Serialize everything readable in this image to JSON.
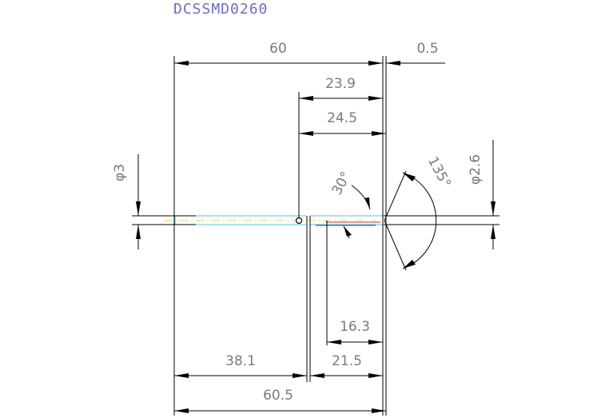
{
  "drawing": {
    "part_number": "DCSSMD0260",
    "dimensions": {
      "total_length_top": "60",
      "tip_offset": "0.5",
      "flute_len_a": "23.9",
      "flute_len_b": "24.5",
      "shank_dia": "φ3",
      "tip_dia": "φ2.6",
      "angle_small": "30°",
      "angle_point": "135°",
      "len_16_3": "16.3",
      "len_21_5": "21.5",
      "len_38_1": "38.1",
      "overall_length": "60.5"
    },
    "colors": {
      "line": "#000000",
      "text": "#7a7a7a",
      "title": "#6b6bd8",
      "body_cyan": "#3fd0e0",
      "center_yellow": "#e8d64a",
      "tip_red": "#e02020"
    }
  }
}
